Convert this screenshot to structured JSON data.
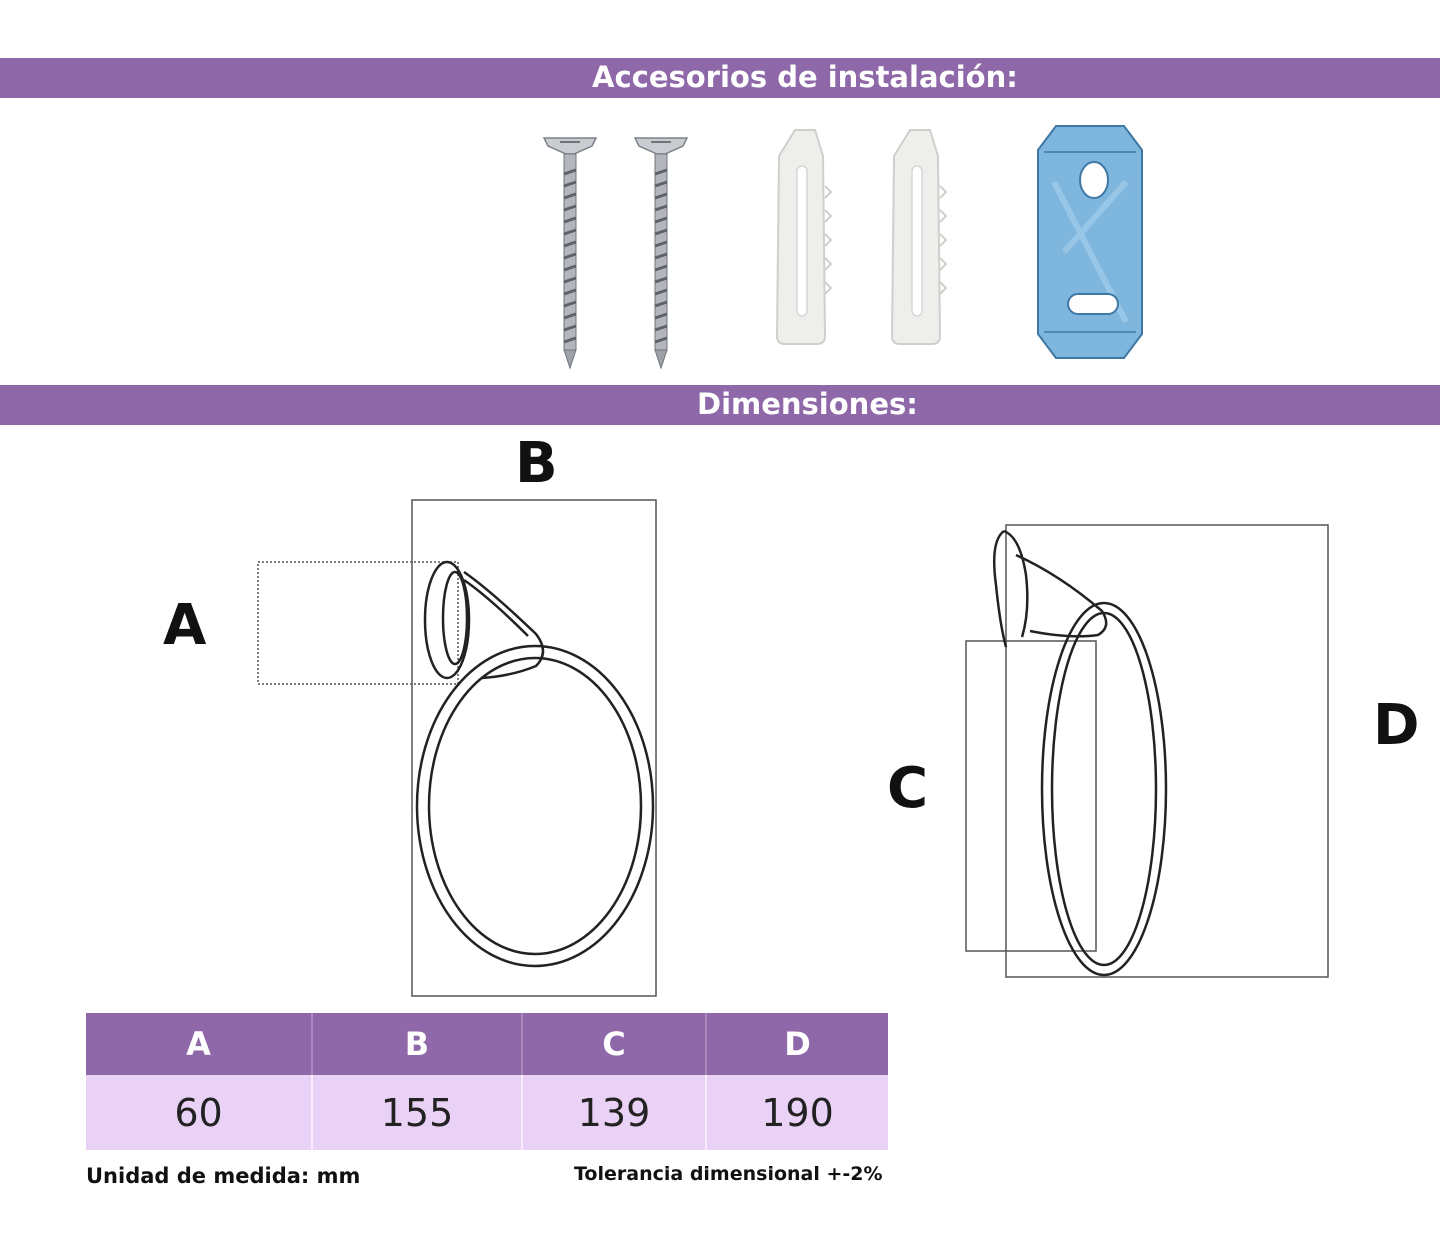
{
  "sections": {
    "accessories_title": "Accesorios de instalación:",
    "dimensions_title": "Dimensiones:"
  },
  "accessories": [
    {
      "name": "screw-icon"
    },
    {
      "name": "screw-icon"
    },
    {
      "name": "wall-plug-icon"
    },
    {
      "name": "wall-plug-icon"
    },
    {
      "name": "mounting-bracket-icon"
    }
  ],
  "diagram": {
    "labels": {
      "a": "A",
      "b": "B",
      "c": "C",
      "d": "D"
    }
  },
  "table": {
    "headers": [
      "A",
      "B",
      "C",
      "D"
    ],
    "values": [
      "60",
      "155",
      "139",
      "190"
    ]
  },
  "notes": {
    "unit": "Unidad de medida: mm",
    "tolerance": "Tolerancia dimensional +-2%"
  },
  "colors": {
    "banner": "#8e68a8",
    "table_row": "#ead2f6",
    "bracket": "#7fb6dd"
  }
}
